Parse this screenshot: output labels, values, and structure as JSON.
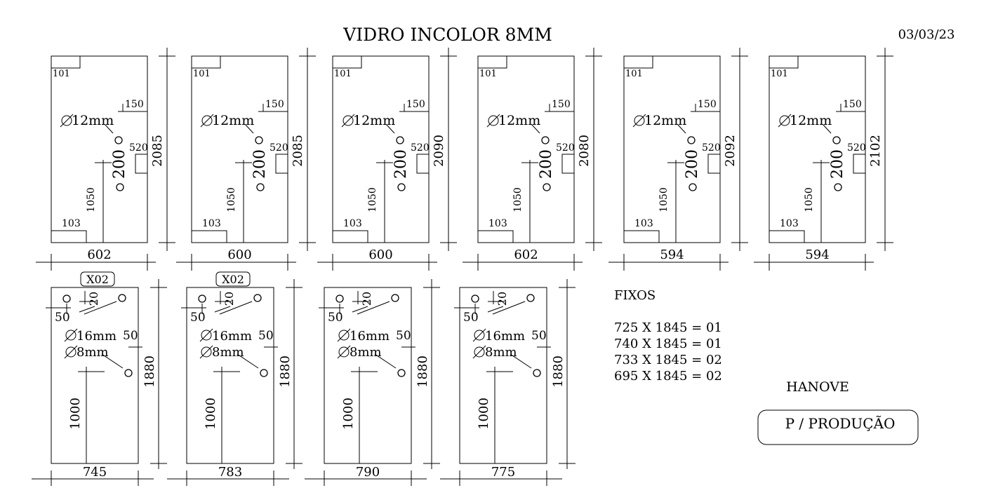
{
  "title": "VIDRO INCOLOR 8MM",
  "date": "03/03/23",
  "top_panels": [
    {
      "width": "602",
      "height": "2085",
      "corner_top": "101",
      "corner_bottom": "103",
      "dim_150": "150",
      "hole_label": "12mm",
      "dim_200": "200",
      "dim_520": "520",
      "dim_1050": "1050"
    },
    {
      "width": "600",
      "height": "2085",
      "corner_top": "101",
      "corner_bottom": "103",
      "dim_150": "150",
      "hole_label": "12mm",
      "dim_200": "200",
      "dim_520": "520",
      "dim_1050": "1050"
    },
    {
      "width": "600",
      "height": "2090",
      "corner_top": "101",
      "corner_bottom": "103",
      "dim_150": "150",
      "hole_label": "12mm",
      "dim_200": "200",
      "dim_520": "520",
      "dim_1050": "1050"
    },
    {
      "width": "602",
      "height": "2080",
      "corner_top": "101",
      "corner_bottom": "103",
      "dim_150": "150",
      "hole_label": "12mm",
      "dim_200": "200",
      "dim_520": "520",
      "dim_1050": "1050"
    },
    {
      "width": "594",
      "height": "2092",
      "corner_top": "101",
      "corner_bottom": "103",
      "dim_150": "150",
      "hole_label": "12mm",
      "dim_200": "200",
      "dim_520": "520",
      "dim_1050": "1050"
    },
    {
      "width": "594",
      "height": "2102",
      "corner_top": "101",
      "corner_bottom": "103",
      "dim_150": "150",
      "hole_label": "12mm",
      "dim_200": "200",
      "dim_520": "520",
      "dim_1050": "1050"
    }
  ],
  "bottom_panels": [
    {
      "width": "745",
      "height": "1880",
      "tag": "X02",
      "dim_20": "20",
      "dim_50_left": "50",
      "dim_50_right": "50",
      "hole_16": "16mm",
      "hole_8": "8mm",
      "dim_1000": "1000"
    },
    {
      "width": "783",
      "height": "1880",
      "tag": "X02",
      "dim_20": "20",
      "dim_50_left": "50",
      "dim_50_right": "50",
      "hole_16": "16mm",
      "hole_8": "8mm",
      "dim_1000": "1000"
    },
    {
      "width": "790",
      "height": "1880",
      "tag": "",
      "dim_20": "20",
      "dim_50_left": "50",
      "dim_50_right": "50",
      "hole_16": "16mm",
      "hole_8": "8mm",
      "dim_1000": "1000"
    },
    {
      "width": "775",
      "height": "1880",
      "tag": "",
      "dim_20": "20",
      "dim_50_left": "50",
      "dim_50_right": "50",
      "hole_16": "16mm",
      "hole_8": "8mm",
      "dim_1000": "1000"
    }
  ],
  "fixos": {
    "heading": "FIXOS",
    "lines": [
      "725 X 1845 = 01",
      "740 X 1845 = 01",
      "733 X 1845 = 02",
      "695 X 1845 = 02"
    ]
  },
  "client": "HANOVE",
  "stamp": "P / PRODUÇÃO"
}
